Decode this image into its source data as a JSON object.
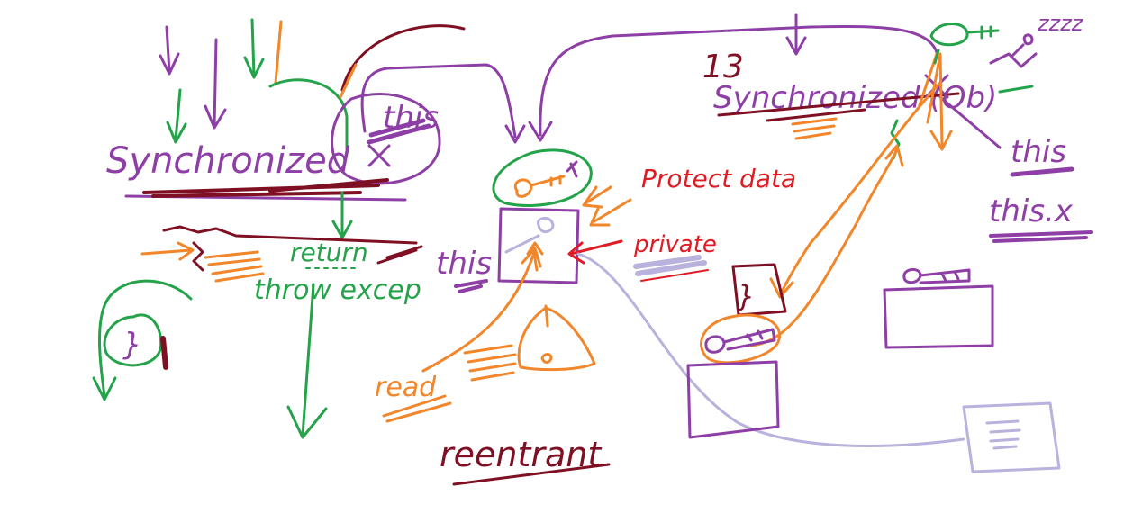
{
  "colors": {
    "purple": "#8e3fa6",
    "green": "#24a34a",
    "orange": "#f2862a",
    "maroon": "#7f1023",
    "red": "#e01b24",
    "lavender": "#b9b2dc"
  },
  "labels": {
    "synchronized_left": "Synchronized",
    "this_circle": "this",
    "return_label": "return",
    "throw_label": "throw excep",
    "left_brace": "}",
    "obj_this": "this",
    "protect_data": "Protect data",
    "private_label": "private",
    "read_label": "read",
    "reentrant": "reentrant",
    "count_13": "13",
    "synchronized_right": "Synchronized (Ob)",
    "this_right": "this",
    "this_x": "this.x",
    "brace_box": "}",
    "zzz": "zzzz"
  }
}
